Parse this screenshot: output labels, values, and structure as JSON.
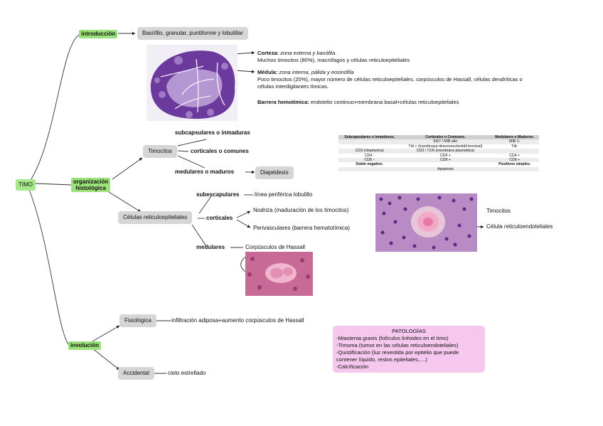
{
  "root": "TIMO",
  "intro": {
    "label": "introducción",
    "child": "Basófilo, granular, puntiforme y lobulillar",
    "notes": {
      "corteza_title": "Corteza:",
      "corteza_italic": "zona externa y basófila.",
      "corteza_text": "Muchos timocitos (80%), macrófagos y células reticuloepiteliales",
      "medula_title": "Médula:",
      "medula_italic": "zona interna, pálida y eosinófila",
      "medula_text1": "Poco timocitos (20%), mayor número de células reticuloepiteliales, corpúsculos de Hassall, células dendríticas o",
      "medula_text2": "células interdigitantes tímicas.",
      "barrera_title": "Barrera hemotímica:",
      "barrera_text": "endotelio continuo+membrana basal+células reticuloepiteliales"
    }
  },
  "org": {
    "label_line1": "organización",
    "label_line2": "histológica",
    "timocitos": {
      "label": "Timocitos",
      "sub1": "subcapsulares o inmaduras",
      "sub2": "corticales o comunes",
      "sub3": "medulares o maduros",
      "diapedesis": "Diapédesis"
    },
    "reticulo": {
      "label": "Células reticuloepiteliales",
      "subcap": "subescapulares",
      "subcap_desc": "línea periférica lobulillo",
      "cort": "corticales",
      "nodriza": "Nodriza (maduración de los timocitos)",
      "perivasc": "Perivasculares (barrera hematotímica)",
      "medul": "medulares",
      "hassall": "Corpúsculos de Hassall"
    },
    "image_labels": {
      "timocitos": "Timocitos",
      "celula": "Célula reticuloendoteliales"
    }
  },
  "table": {
    "headers": [
      "Subcapsulares o Inmaduros.",
      "Corticales o Comunes.",
      "Medulares o Maduros."
    ],
    "r1": {
      "mid": "Ki67 / MIB alto",
      "right": "MIB 1-"
    },
    "r2": {
      "mid": "Tdt + (transferasa desoxonucleotidil terminal)",
      "right": "Tdt-"
    },
    "r3": {
      "left": "CD3 (citoplasma)",
      "mid": "CD3 / TCR (membrana plasmática)"
    },
    "r4": {
      "left": "CD4 -",
      "mid": "CD4 +",
      "right": "CD4 +"
    },
    "r5": {
      "left": "CD8 –",
      "mid": "CD8 +",
      "right": "CD8 +"
    },
    "r6": {
      "left": "Doble negativo.",
      "right": "Positivos simples."
    },
    "r7": {
      "mid": "Apoptosis"
    }
  },
  "involucion": {
    "label": "involución",
    "fisio": "Fisiológica",
    "fisio_desc": "infiltración adiposa+aumento corpúsculos de Hassall",
    "accid": "Accidental",
    "accid_desc": "cielo estrellado"
  },
  "patologias": {
    "title": "PATOLOGÍAS",
    "l1": "-Miastenia gravis (folículos linfoides en el timo)",
    "l2": "-Timoma (tumor en las células reticuloendoteliales)",
    "l3": "-Quistificación (luz revestida por epitelio que puede",
    "l4": "contener líquido, restos epiteliales,....)",
    "l5": "-Calcificación"
  }
}
